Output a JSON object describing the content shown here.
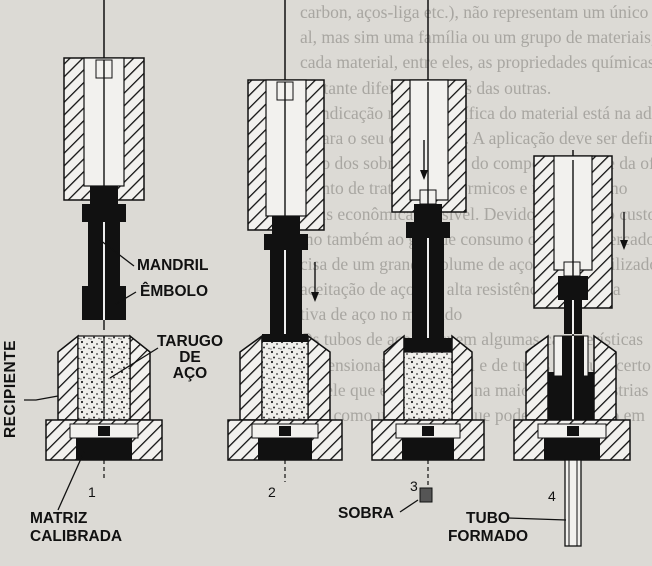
{
  "background_text": [
    "carbon, aços-liga etc.), não representam um único mat",
    "al, mas sim uma família ou um grupo de materiais, tem",
    "cada material, entre eles, as propriedades químicas e físic",
    "bastante diferentes umas das outras.",
    "A indicação mais específica do material está na adequ",
    "o para o seu devido fim. A aplicação deve ser definida",
    "reço dos sobreprodutos, do comportamento e da oferta",
    "mento de tratamentos térmicos e mecânicos no",
    "mais econômica possível. Devido ao elevado custo",
    "mo também ao grande consumo de aço, o mercado",
    "cisa de um grande volume de aço para ser utilizado",
    "aceitação de aços de alta resistência mecânica",
    "tiva de aço no mercado",
    "Os tubos de aço possuem algumas características",
    "dimensionais de material e de tubos para um certo",
    "aquele que é encontrado na maioria das indústrias",
    "ente como um material que pode ser utilizado em"
  ],
  "labels": {
    "recipiente": "RECIPIENTE",
    "mandril": "MANDRIL",
    "embolo": "ÊMBOLO",
    "tarugo_line1": "TARUGO",
    "tarugo_line2": "DE",
    "tarugo_line3": "AÇO",
    "matriz_line1": "MATRIZ",
    "matriz_line2": "CALIBRADA",
    "sobra": "SOBRA",
    "tubo_line1": "TUBO",
    "tubo_line2": "FORMADO"
  },
  "steps": [
    "1",
    "2",
    "3",
    "4"
  ],
  "colors": {
    "ink": "#111111",
    "paper": "#dcdad5",
    "background_text": "#a8a6a1"
  }
}
